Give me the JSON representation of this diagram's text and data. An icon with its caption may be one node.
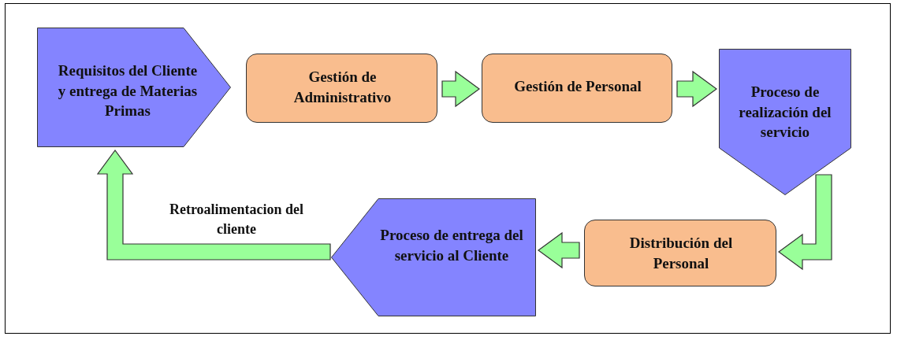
{
  "diagram": {
    "nodes": [
      {
        "text": [
          "Requisitos del Cliente y entrega de Materias Primas"
        ]
      },
      {
        "text": [
          "Gestión de Administrativo"
        ]
      },
      {
        "text": [
          "Gestión de Personal"
        ]
      },
      {
        "text": [
          "Proceso de realización del servicio"
        ]
      },
      {
        "text": [
          "Distribución del Personal"
        ]
      },
      {
        "text": [
          "Proceso de entrega del servicio al Cliente"
        ]
      }
    ],
    "edges": [
      {
        "from": 1,
        "to": 2,
        "arrow": "to"
      },
      {
        "from": 2,
        "to": 3,
        "arrow": "to"
      },
      {
        "from": 3,
        "to": 4,
        "arrow": "to"
      },
      {
        "from": 4,
        "to": 5,
        "arrow": "to"
      },
      {
        "from": 5,
        "to": 0,
        "arrow": "to",
        "label": "Retroalimentacion del cliente"
      }
    ]
  }
}
